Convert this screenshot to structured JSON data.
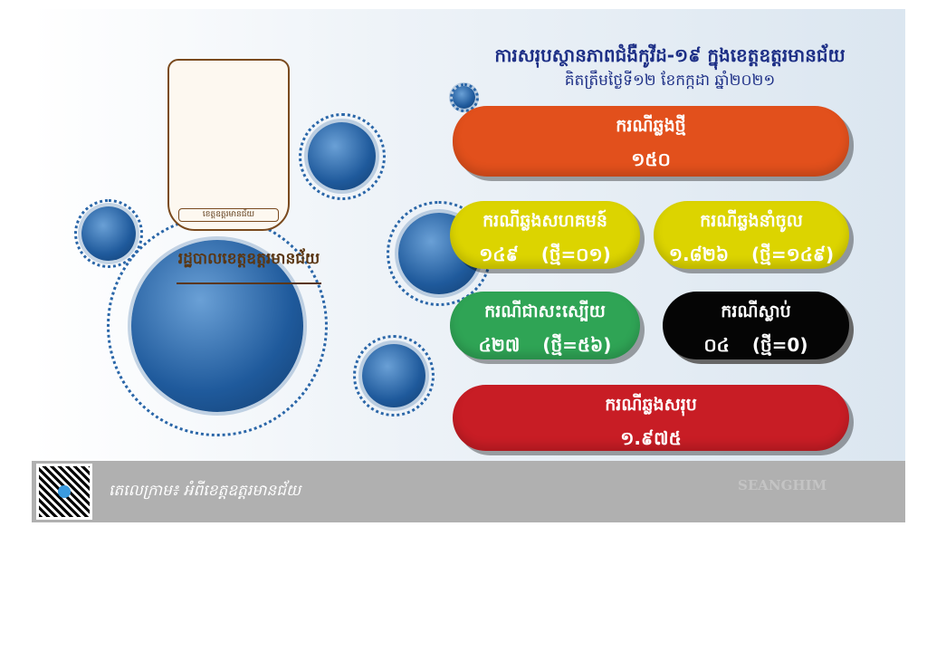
{
  "header": {
    "title": "ការសរុបស្ថានភាពជំងឺកូវីដ-១៩ ក្នុងខេត្តឧត្តរមានជ័យ",
    "subtitle": "គិតត្រឹមថ្ងៃទី១២ ខែកក្កដា ឆ្នាំ២០២១"
  },
  "seal": {
    "badge_text": "ខេត្តឧត្តរមានជ័យ",
    "department": "រដ្ឋបាលខេត្តឧត្តរមានជ័យ"
  },
  "stats": {
    "new_cases": {
      "label": "ករណីឆ្លងថ្មី",
      "value": "១៥០",
      "color": "#e2501c"
    },
    "community": {
      "label": "ករណីឆ្លងសហគមន៍",
      "value": "១៤៩",
      "new": "(ថ្មី=០១)",
      "color": "#dcd400"
    },
    "imported": {
      "label": "ករណីឆ្លងនាំចូល",
      "value": "១.៨២៦",
      "new": "(ថ្មី=១៤៩)",
      "color": "#dcd400"
    },
    "recovered": {
      "label": "ករណីជាសះស្បើយ",
      "value": "៤២៧",
      "new": "(ថ្មី=៥៦)",
      "color": "#2fa455"
    },
    "deaths": {
      "label": "ករណីស្លាប់",
      "value": "០៤",
      "new": "(ថ្មី=0)",
      "color": "#050505"
    },
    "total": {
      "label": "ករណីឆ្លងសរុប",
      "value": "១.៩៧៥",
      "color": "#c81d25"
    }
  },
  "footer": {
    "text": "តេលេក្រាម៖ អំពីខេត្តឧត្តរមានជ័យ",
    "watermark": "SEANGHIM"
  }
}
